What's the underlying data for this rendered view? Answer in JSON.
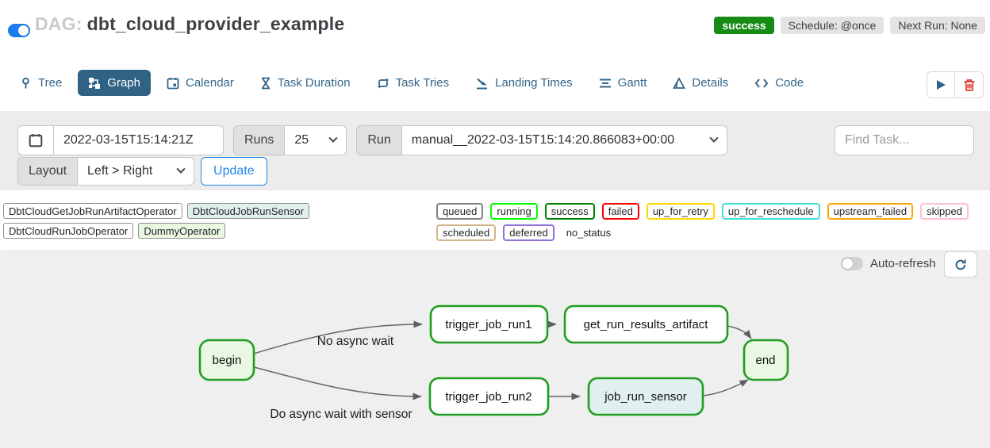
{
  "colors": {
    "accent_blue": "#1b7df0",
    "tab_blue": "#2f6284",
    "success_badge_green": "#168c16",
    "node_border_green": "#1f9e1f",
    "edge_gray": "#666666",
    "danger_red": "#e03c31"
  },
  "header": {
    "dag_label": "DAG:",
    "dag_name": "dbt_cloud_provider_example",
    "status_badge": "success",
    "schedule_badge": "Schedule: @once",
    "next_run_badge": "Next Run: None"
  },
  "tabs": [
    {
      "label": "Tree",
      "icon": "pin-icon"
    },
    {
      "label": "Graph",
      "icon": "sitemap-icon",
      "active": true
    },
    {
      "label": "Calendar",
      "icon": "calendar-icon"
    },
    {
      "label": "Task Duration",
      "icon": "hourglass-icon"
    },
    {
      "label": "Task Tries",
      "icon": "repeat-icon"
    },
    {
      "label": "Landing Times",
      "icon": "plane-landing-icon"
    },
    {
      "label": "Gantt",
      "icon": "gantt-bars-icon"
    },
    {
      "label": "Details",
      "icon": "triangle-icon"
    },
    {
      "label": "Code",
      "icon": "code-icon"
    }
  ],
  "filters": {
    "date_value": "2022-03-15T15:14:21Z",
    "runs_label": "Runs",
    "runs_value": "25",
    "run_label": "Run",
    "run_value": "manual__2022-03-15T15:14:20.866083+00:00",
    "find_task_placeholder": "Find Task...",
    "layout_label": "Layout",
    "layout_value": "Left > Right",
    "update_label": "Update"
  },
  "legend": {
    "operators": [
      {
        "name": "DbtCloudGetJobRunArtifactOperator",
        "color": "#ffffff"
      },
      {
        "name": "DbtCloudJobRunSensor",
        "color": "#e0f0ee"
      },
      {
        "name": "DbtCloudRunJobOperator",
        "color": "#ffffff"
      },
      {
        "name": "DummyOperator",
        "color": "#e9f7e3"
      }
    ],
    "states": [
      {
        "name": "queued",
        "color": "#808080"
      },
      {
        "name": "running",
        "color": "#00ff00"
      },
      {
        "name": "success",
        "color": "#008000"
      },
      {
        "name": "failed",
        "color": "#ff0000"
      },
      {
        "name": "up_for_retry",
        "color": "#ffd700"
      },
      {
        "name": "up_for_reschedule",
        "color": "#40e0d0"
      },
      {
        "name": "upstream_failed",
        "color": "#ffa500"
      },
      {
        "name": "skipped",
        "color": "#ffc0cb"
      },
      {
        "name": "scheduled",
        "color": "#d2b48c"
      },
      {
        "name": "deferred",
        "color": "#9370db"
      },
      {
        "name": "no_status",
        "color": "transparent"
      }
    ]
  },
  "graph": {
    "auto_refresh_label": "Auto-refresh",
    "edge_labels": {
      "top": "No async wait",
      "bottom": "Do async wait with sensor"
    },
    "nodes": [
      {
        "id": "begin",
        "label": "begin",
        "fill": "#e9f7e3",
        "stroke": "#1f9e1f"
      },
      {
        "id": "trigger_job_run1",
        "label": "trigger_job_run1",
        "fill": "#ffffff",
        "stroke": "#1f9e1f"
      },
      {
        "id": "get_run_results_artifact",
        "label": "get_run_results_artifact",
        "fill": "#ffffff",
        "stroke": "#1f9e1f"
      },
      {
        "id": "end",
        "label": "end",
        "fill": "#e9f7e3",
        "stroke": "#1f9e1f"
      },
      {
        "id": "trigger_job_run2",
        "label": "trigger_job_run2",
        "fill": "#ffffff",
        "stroke": "#1f9e1f"
      },
      {
        "id": "job_run_sensor",
        "label": "job_run_sensor",
        "fill": "#e0f0ee",
        "stroke": "#1f9e1f"
      }
    ]
  }
}
